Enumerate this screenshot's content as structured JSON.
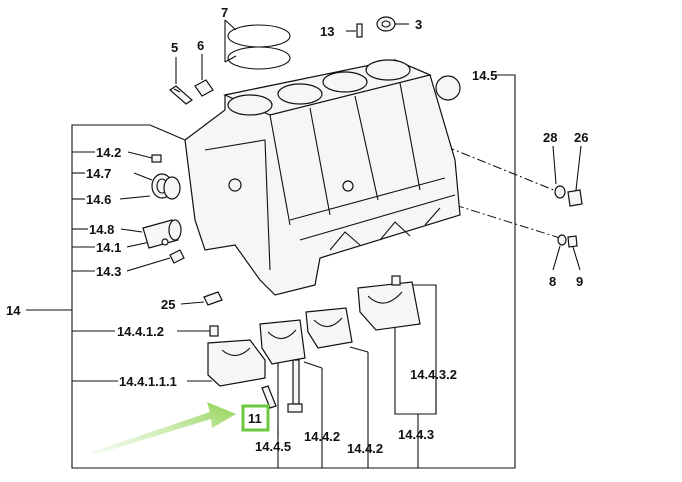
{
  "diagram": {
    "title": "Engine cylinder block exploded parts diagram",
    "labels": {
      "p7": "7",
      "p13": "13",
      "p3": "3",
      "p5": "5",
      "p6": "6",
      "p14_5": "14.5",
      "p14_2a": "14.2",
      "p14_7": "14.7",
      "p14_6": "14.6",
      "p14_8": "14.8",
      "p14_1": "14.1",
      "p14_3": "14.3",
      "p14": "14",
      "p25": "25",
      "p14_4_1_2": "14.4.1.2",
      "p14_4_1_1_1": "14.4.1.1.1",
      "p11": "11",
      "p14_4_5": "14.4.5",
      "p14_4_2a": "14.4.2",
      "p14_4_2b": "14.4.2",
      "p14_4_3": "14.4.3",
      "p14_4_3_2": "14.4.3.2",
      "p28": "28",
      "p26": "26",
      "p8": "8",
      "p9": "9"
    },
    "highlight": {
      "label": "11",
      "box_color": "#6cc83c"
    },
    "arrow_color": "#8fd150"
  }
}
